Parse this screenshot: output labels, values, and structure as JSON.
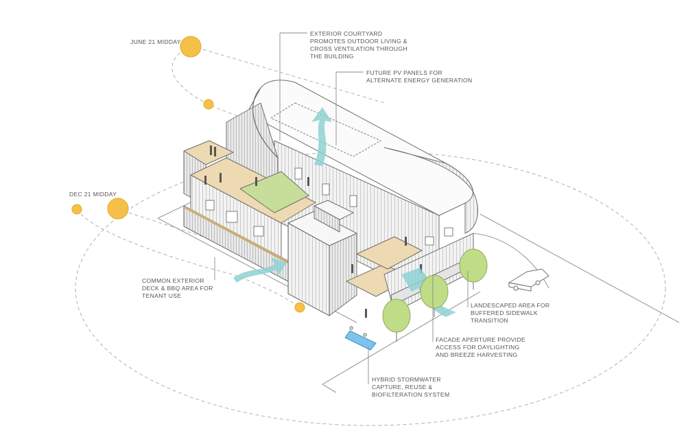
{
  "colors": {
    "sun": "#F5C04A",
    "sun_stroke": "#E3A728",
    "airflow": "#8FD1D3",
    "wood_deck": "#EDD9B2",
    "green_roof": "#C6DE9A",
    "tree": "#BFDD86",
    "stormwater": "#7FC3EC",
    "facade": "#F1F1F1",
    "line": "#7A7A7A",
    "text": "#555555"
  },
  "sun_markers": {
    "june": "JUNE 21 MIDDAY",
    "december": "DEC 21 MIDDAY"
  },
  "annotations": [
    {
      "id": "courtyard",
      "lines": [
        "EXTERIOR COURTYARD",
        "PROMOTES OUTDOOR LIVING &",
        "CROSS VENTILATION THROUGH",
        "THE BUILDING"
      ]
    },
    {
      "id": "pv",
      "lines": [
        "FUTURE PV PANELS FOR",
        "ALTERNATE ENERGY GENERATION"
      ]
    },
    {
      "id": "deck",
      "lines": [
        "COMMON EXTERIOR",
        "DECK & BBQ AREA FOR",
        "TENANT USE"
      ]
    },
    {
      "id": "landscape",
      "lines": [
        "LANDESCAPED AREA FOR",
        "BUFFERED SIDEWALK",
        "TRANSITION"
      ]
    },
    {
      "id": "facade",
      "lines": [
        "FACADE APERTURE PROVIDE",
        "ACCESS FOR DAYLIGHTING",
        "AND BREEZE HARVESTING"
      ]
    },
    {
      "id": "stormwater",
      "lines": [
        "HYBRID STORMWATER",
        "CAPTURE, REUSE &",
        "BIOFILTERATION SYSTEM"
      ]
    }
  ]
}
